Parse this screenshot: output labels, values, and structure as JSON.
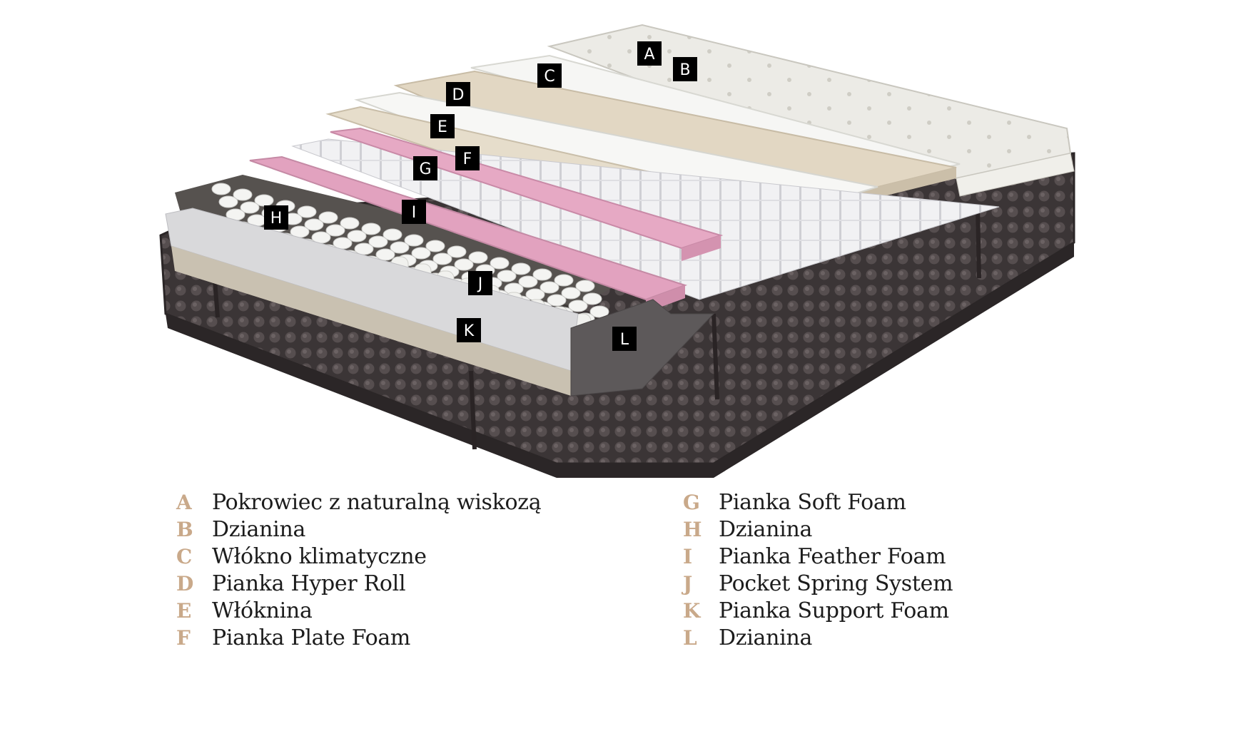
{
  "diagram": {
    "colors": {
      "marker_bg": "#000000",
      "marker_text": "#ffffff",
      "legend_letter": "#c9a98a",
      "legend_text": "#1c1c1c",
      "border_fabric": "#3b3536",
      "pink_foam": "#e6a9c4",
      "beige_foam": "#e2d7c3"
    },
    "markers": [
      {
        "letter": "A"
      },
      {
        "letter": "B"
      },
      {
        "letter": "C"
      },
      {
        "letter": "D"
      },
      {
        "letter": "E"
      },
      {
        "letter": "F"
      },
      {
        "letter": "G"
      },
      {
        "letter": "H"
      },
      {
        "letter": "I"
      },
      {
        "letter": "J"
      },
      {
        "letter": "K"
      },
      {
        "letter": "L"
      }
    ]
  },
  "legend": {
    "left": [
      {
        "letter": "A",
        "text": "Pokrowiec z naturalną wiskozą"
      },
      {
        "letter": "B",
        "text": "Dzianina"
      },
      {
        "letter": "C",
        "text": "Włókno klimatyczne"
      },
      {
        "letter": "D",
        "text": "Pianka Hyper Roll"
      },
      {
        "letter": "E",
        "text": "Włóknina"
      },
      {
        "letter": "F",
        "text": "Pianka Plate Foam"
      }
    ],
    "right": [
      {
        "letter": "G",
        "text": "Pianka Soft Foam"
      },
      {
        "letter": "H",
        "text": "Dzianina"
      },
      {
        "letter": "I",
        "text": "Pianka Feather Foam"
      },
      {
        "letter": "J",
        "text": "Pocket Spring System"
      },
      {
        "letter": "K",
        "text": "Pianka Support Foam"
      },
      {
        "letter": "L",
        "text": "Dzianina"
      }
    ]
  }
}
